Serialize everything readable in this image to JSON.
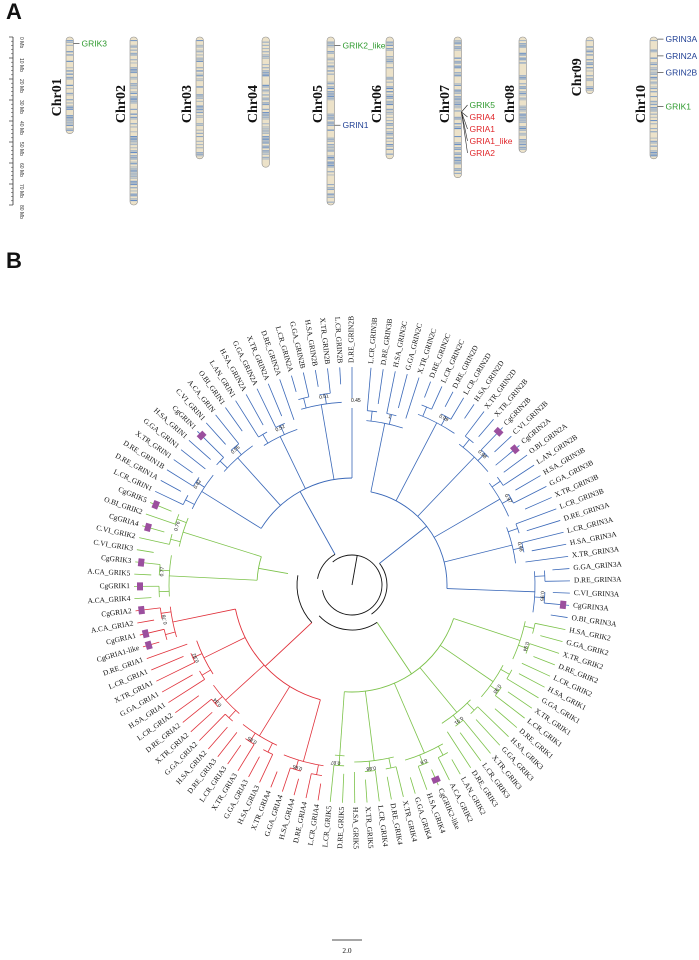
{
  "panels": {
    "a": "A",
    "b": "B"
  },
  "colors": {
    "ruler": "#333333",
    "gene_green": "#2e9a2e",
    "gene_red": "#e0262a",
    "gene_blue": "#1f3f94",
    "clade_red": "#e0303a",
    "clade_green": "#7cc24a",
    "clade_blue": "#3a68b8",
    "clade_black": "#111111",
    "marker": "#9b4f9e",
    "chr_base": "#ece2c9",
    "chr_band": "#5b86c4"
  },
  "ruler": {
    "ticks": [
      "0 Mb",
      "10 Mb",
      "20 Mb",
      "30 Mb",
      "40 Mb",
      "50 Mb",
      "60 Mb",
      "70 Mb",
      "80 Mb"
    ]
  },
  "chromosomes": [
    {
      "name": "Chr01",
      "length": 46
    },
    {
      "name": "Chr02",
      "length": 80
    },
    {
      "name": "Chr03",
      "length": 58
    },
    {
      "name": "Chr04",
      "length": 62
    },
    {
      "name": "Chr05",
      "length": 80
    },
    {
      "name": "Chr06",
      "length": 58
    },
    {
      "name": "Chr07",
      "length": 67
    },
    {
      "name": "Chr08",
      "length": 55
    },
    {
      "name": "Chr09",
      "length": 27
    },
    {
      "name": "Chr10",
      "length": 58
    }
  ],
  "genes": [
    {
      "chrom": "Chr01",
      "name": "GRIK3",
      "pos": 3,
      "color": "green"
    },
    {
      "chrom": "Chr05",
      "name": "GRIK2_like",
      "pos": 4,
      "color": "green"
    },
    {
      "chrom": "Chr05",
      "name": "GRIN1",
      "pos": 42,
      "color": "blue"
    },
    {
      "chrom": "Chr07",
      "name": "GRIK5",
      "pos": 21,
      "color": "green"
    },
    {
      "chrom": "Chr07",
      "name": "GRIA4",
      "pos": 27,
      "color": "red"
    },
    {
      "chrom": "Chr07",
      "name": "GRIA1",
      "pos": 32,
      "color": "red"
    },
    {
      "chrom": "Chr07",
      "name": "GRIA1_like",
      "pos": 37,
      "color": "red"
    },
    {
      "chrom": "Chr07",
      "name": "GRIA2",
      "pos": 42,
      "color": "red"
    },
    {
      "chrom": "Chr10",
      "name": "GRIN3A",
      "pos": 1,
      "color": "blue"
    },
    {
      "chrom": "Chr10",
      "name": "GRIN2A",
      "pos": 9,
      "color": "blue"
    },
    {
      "chrom": "Chr10",
      "name": "GRIN2B",
      "pos": 17,
      "color": "blue"
    },
    {
      "chrom": "Chr10",
      "name": "GRIK1",
      "pos": 33,
      "color": "green"
    }
  ],
  "tree": {
    "scale_label": "2.0",
    "leaves": [
      {
        "label": "L.CR_GRIN3B",
        "clade": "blue"
      },
      {
        "label": "D.RE_GRIN3B",
        "clade": "blue"
      },
      {
        "label": "H.SA_GRIN3C",
        "clade": "blue"
      },
      {
        "label": "G.GA_GRIN2C",
        "clade": "blue"
      },
      {
        "label": "X.TR_GRIN2C",
        "clade": "blue"
      },
      {
        "label": "D.RE_GRIN2C",
        "clade": "blue"
      },
      {
        "label": "L.CR_GRIN2C",
        "clade": "blue"
      },
      {
        "label": "D.RE_GRIN2D",
        "clade": "blue"
      },
      {
        "label": "L.CR_GRIN2D",
        "clade": "blue"
      },
      {
        "label": "H.SA_GRIN2D",
        "clade": "blue"
      },
      {
        "label": "X.TR_GRIN2D",
        "clade": "blue"
      },
      {
        "label": "X.TR_GRIN2B",
        "clade": "blue"
      },
      {
        "label": "CgGRIN2B",
        "clade": "blue",
        "mark": true
      },
      {
        "label": "C.VI_GRIN2B",
        "clade": "blue"
      },
      {
        "label": "CgGRIN2A",
        "clade": "blue",
        "mark": true
      },
      {
        "label": "O.BI_GRIN2A",
        "clade": "blue"
      },
      {
        "label": "L.AN_GRIN2B",
        "clade": "blue"
      },
      {
        "label": "H.SA_GRIN3B",
        "clade": "blue"
      },
      {
        "label": "G.GA_GRIN3B",
        "clade": "blue"
      },
      {
        "label": "X.TR_GRIN3B",
        "clade": "blue"
      },
      {
        "label": "L.CR_GRIN3B",
        "clade": "blue"
      },
      {
        "label": "D.RE_GRIN3A",
        "clade": "blue"
      },
      {
        "label": "L.CR_GRIN3A",
        "clade": "blue"
      },
      {
        "label": "H.SA_GRIN3A",
        "clade": "blue"
      },
      {
        "label": "X.TR_GRIN3A",
        "clade": "blue"
      },
      {
        "label": "G.GA_GRIN3A",
        "clade": "blue"
      },
      {
        "label": "D.RE_GRIN3A",
        "clade": "blue"
      },
      {
        "label": "C.VI_GRIN3A",
        "clade": "blue"
      },
      {
        "label": "CgGRIN3A",
        "clade": "blue",
        "mark": true
      },
      {
        "label": "O.BI_GRIN3A",
        "clade": "blue"
      },
      {
        "label": "H.SA_GRIK2",
        "clade": "green"
      },
      {
        "label": "G.GA_GRIK2",
        "clade": "green"
      },
      {
        "label": "X.TR_GRIK2",
        "clade": "green"
      },
      {
        "label": "D.RE_GRIK2",
        "clade": "green"
      },
      {
        "label": "L.CR_GRIK2",
        "clade": "green"
      },
      {
        "label": "H.SA_GRIK1",
        "clade": "green"
      },
      {
        "label": "G.GA_GRIK1",
        "clade": "green"
      },
      {
        "label": "X.TR_GRIK1",
        "clade": "green"
      },
      {
        "label": "L.CR_GRIK1",
        "clade": "green"
      },
      {
        "label": "D.RE_GRIK1",
        "clade": "green"
      },
      {
        "label": "H.SA_GRIK3",
        "clade": "green"
      },
      {
        "label": "G.GA_GRIK3",
        "clade": "green"
      },
      {
        "label": "X.TR_GRIK3",
        "clade": "green"
      },
      {
        "label": "L.CR_GRIK3",
        "clade": "green"
      },
      {
        "label": "D.RE_GRIK3",
        "clade": "green"
      },
      {
        "label": "L.AN_GRIK2",
        "clade": "green"
      },
      {
        "label": "A.CA_GRIK2",
        "clade": "green"
      },
      {
        "label": "CgGRIK2-like",
        "clade": "green",
        "mark": true
      },
      {
        "label": "H.SA_GRIK4",
        "clade": "green"
      },
      {
        "label": "G.GA_GRIK4",
        "clade": "green"
      },
      {
        "label": "X.TR_GRIK4",
        "clade": "green"
      },
      {
        "label": "D.RE_GRIK4",
        "clade": "green"
      },
      {
        "label": "L.CR_GRIK4",
        "clade": "green"
      },
      {
        "label": "X.TR_GRIK5",
        "clade": "green"
      },
      {
        "label": "H.SA_GRIK5",
        "clade": "green"
      },
      {
        "label": "D.RE_GRIK5",
        "clade": "green"
      },
      {
        "label": "L.CR_GRIK5",
        "clade": "green"
      },
      {
        "label": "L.CR_GRIA4",
        "clade": "red"
      },
      {
        "label": "D.RE_GRIA4",
        "clade": "red"
      },
      {
        "label": "H.SA_GRIA4",
        "clade": "red"
      },
      {
        "label": "G.GA_GRIA4",
        "clade": "red"
      },
      {
        "label": "X.TR_GRIA4",
        "clade": "red"
      },
      {
        "label": "H.SA_GRIA3",
        "clade": "red"
      },
      {
        "label": "G.GA_GRIA3",
        "clade": "red"
      },
      {
        "label": "X.TR_GRIA3",
        "clade": "red"
      },
      {
        "label": "L.CR_GRIA3",
        "clade": "red"
      },
      {
        "label": "D.RE_GRIA3",
        "clade": "red"
      },
      {
        "label": "H.SA_GRIA2",
        "clade": "red"
      },
      {
        "label": "G.GA_GRIA2",
        "clade": "red"
      },
      {
        "label": "X.TR_GRIA2",
        "clade": "red"
      },
      {
        "label": "D.RE_GRIA2",
        "clade": "red"
      },
      {
        "label": "L.CR_GRIA2",
        "clade": "red"
      },
      {
        "label": "H.SA_GRIA1",
        "clade": "red"
      },
      {
        "label": "G.GA_GRIA1",
        "clade": "red"
      },
      {
        "label": "X.TR_GRIA1",
        "clade": "red"
      },
      {
        "label": "L.CR_GRIA1",
        "clade": "red"
      },
      {
        "label": "D.RE_GRIA1",
        "clade": "red"
      },
      {
        "label": "CgGRIA1-like",
        "clade": "red",
        "mark": true
      },
      {
        "label": "CgGRIA1",
        "clade": "red",
        "mark": true
      },
      {
        "label": "A.CA_GRIA2",
        "clade": "red"
      },
      {
        "label": "CgGRIA2",
        "clade": "red",
        "mark": true
      },
      {
        "label": "A.CA_GRIK4",
        "clade": "green"
      },
      {
        "label": "CgGRIK1",
        "clade": "green",
        "mark": true
      },
      {
        "label": "A.CA_GRIK5",
        "clade": "green"
      },
      {
        "label": "CgGRIK3",
        "clade": "green",
        "mark": true
      },
      {
        "label": "C.VI_GRIK3",
        "clade": "green"
      },
      {
        "label": "C.VI_GRIK2",
        "clade": "green"
      },
      {
        "label": "CgGRIA4",
        "clade": "green",
        "mark": true
      },
      {
        "label": "O.BI_GRIK2",
        "clade": "green"
      },
      {
        "label": "CgGRIK5",
        "clade": "green",
        "mark": true
      },
      {
        "label": "L.CR_GRIN1",
        "clade": "blue"
      },
      {
        "label": "D.RE_GRIN1A",
        "clade": "blue"
      },
      {
        "label": "D.RE_GRIN1B",
        "clade": "blue"
      },
      {
        "label": "X.TR_GRIN1",
        "clade": "blue"
      },
      {
        "label": "G.GA_GRIN1",
        "clade": "blue"
      },
      {
        "label": "H.SA_GRIN1",
        "clade": "blue"
      },
      {
        "label": "CgGRIN1",
        "clade": "blue",
        "mark": true
      },
      {
        "label": "C.VI_GRIN1",
        "clade": "blue"
      },
      {
        "label": "A.CA_GRIN",
        "clade": "blue"
      },
      {
        "label": "O.BI_GRIN1",
        "clade": "blue"
      },
      {
        "label": "L.AN_GRIN1",
        "clade": "blue"
      },
      {
        "label": "H.SA_GRIN2A",
        "clade": "blue"
      },
      {
        "label": "G.GA_GRIN2A",
        "clade": "blue"
      },
      {
        "label": "X.TR_GRIN2A",
        "clade": "blue"
      },
      {
        "label": "D.RE_GRIN2A",
        "clade": "blue"
      },
      {
        "label": "L.CR_GRIN2A",
        "clade": "blue"
      },
      {
        "label": "G.GA_GRIN2B",
        "clade": "blue"
      },
      {
        "label": "H.SA_GRIN2B",
        "clade": "blue"
      },
      {
        "label": "X.TR_GRIN2B",
        "clade": "blue"
      },
      {
        "label": "L.CR_GRIN2B",
        "clade": "blue"
      },
      {
        "label": "D.RE_GRIN2B",
        "clade": "blue"
      }
    ],
    "support_values": [
      "1",
      "0.99",
      "0.98",
      "0.97",
      "0.96",
      "0.95",
      "0.94",
      "0.93",
      "0.91",
      "0.9",
      "0.88",
      "0.87",
      "0.86",
      "0.85",
      "0.84",
      "0.82",
      "0.78",
      "0.77",
      "0.76",
      "0.62",
      "0.55",
      "0.52",
      "0.51",
      "0.45",
      "0.42",
      "0.3",
      "0.2",
      "0.09",
      "0.07",
      "0.05"
    ]
  }
}
